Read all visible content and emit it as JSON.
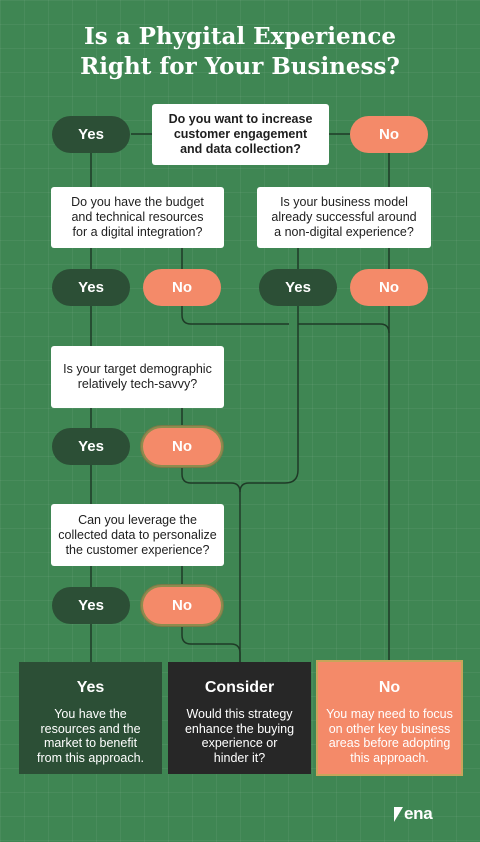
{
  "title": {
    "line1": "Is a Phygital Experience",
    "line2": "Right for Your Business?"
  },
  "questions": [
    {
      "lines": [
        "Do you want to increase",
        "customer engagement",
        "and data collection?"
      ]
    },
    {
      "lines": [
        "Do you have the budget",
        "and technical resources",
        "for a digital integration?"
      ]
    },
    {
      "lines": [
        "Is your business model",
        "already successful around",
        "a non-digital experience?"
      ]
    },
    {
      "lines": [
        "Is your target demographic",
        "relatively tech-savvy?"
      ]
    },
    {
      "lines": [
        "Can you leverage the",
        "collected data to personalize",
        "the customer experience?"
      ]
    }
  ],
  "answers": {
    "yes": "Yes",
    "no": "No"
  },
  "results": [
    {
      "title": "Yes",
      "lines": [
        "You have the",
        "resources and the",
        "market to benefit",
        "from this approach."
      ]
    },
    {
      "title": "Consider",
      "lines": [
        "Would this strategy",
        "enhance the buying",
        "experience or",
        "hinder it?"
      ]
    },
    {
      "title": "No",
      "lines": [
        "You may need to focus",
        "on other key business",
        "areas before adopting",
        "this approach."
      ]
    }
  ],
  "logo": {
    "text": "ena",
    "mark": "V"
  },
  "colors": {
    "background": "#3f8653",
    "yes": "#2c4f36",
    "no": "#f48a69",
    "consider": "#272727",
    "box": "#ffffff"
  }
}
